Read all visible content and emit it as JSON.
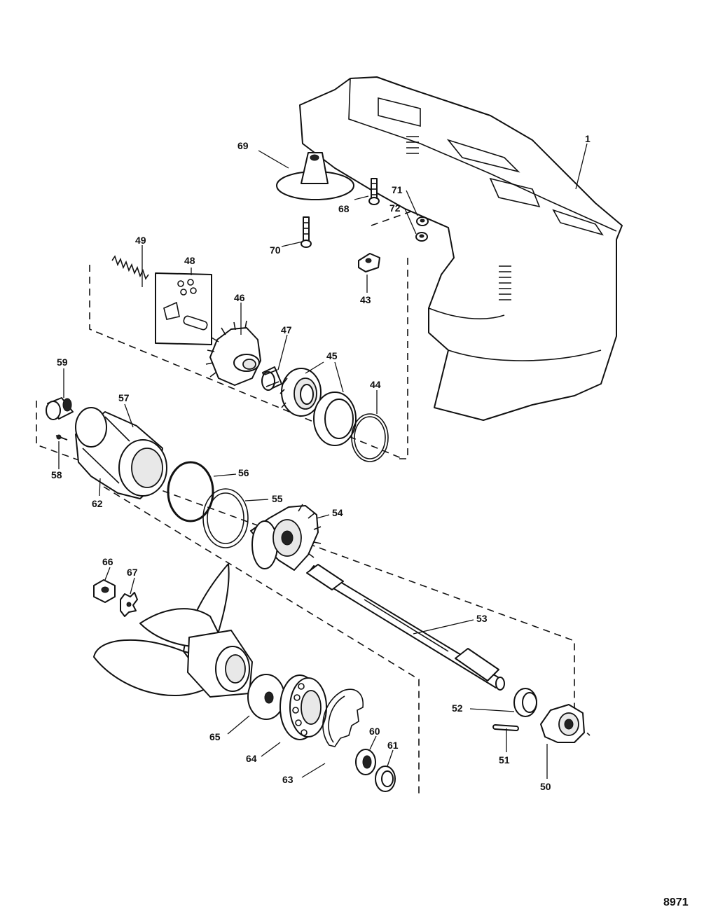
{
  "figure_number": "8971",
  "callouts": {
    "c1": "1",
    "c43": "43",
    "c44": "44",
    "c45": "45",
    "c46": "46",
    "c47": "47",
    "c48": "48",
    "c49": "49",
    "c50": "50",
    "c51": "51",
    "c52": "52",
    "c53": "53",
    "c54": "54",
    "c55": "55",
    "c56": "56",
    "c57": "57",
    "c58": "58",
    "c59": "59",
    "c60": "60",
    "c61": "61",
    "c62": "62",
    "c63": "63",
    "c64": "64",
    "c65": "65",
    "c66": "66",
    "c67": "67",
    "c68": "68",
    "c69": "69",
    "c70": "70",
    "c71": "71",
    "c72": "72"
  }
}
